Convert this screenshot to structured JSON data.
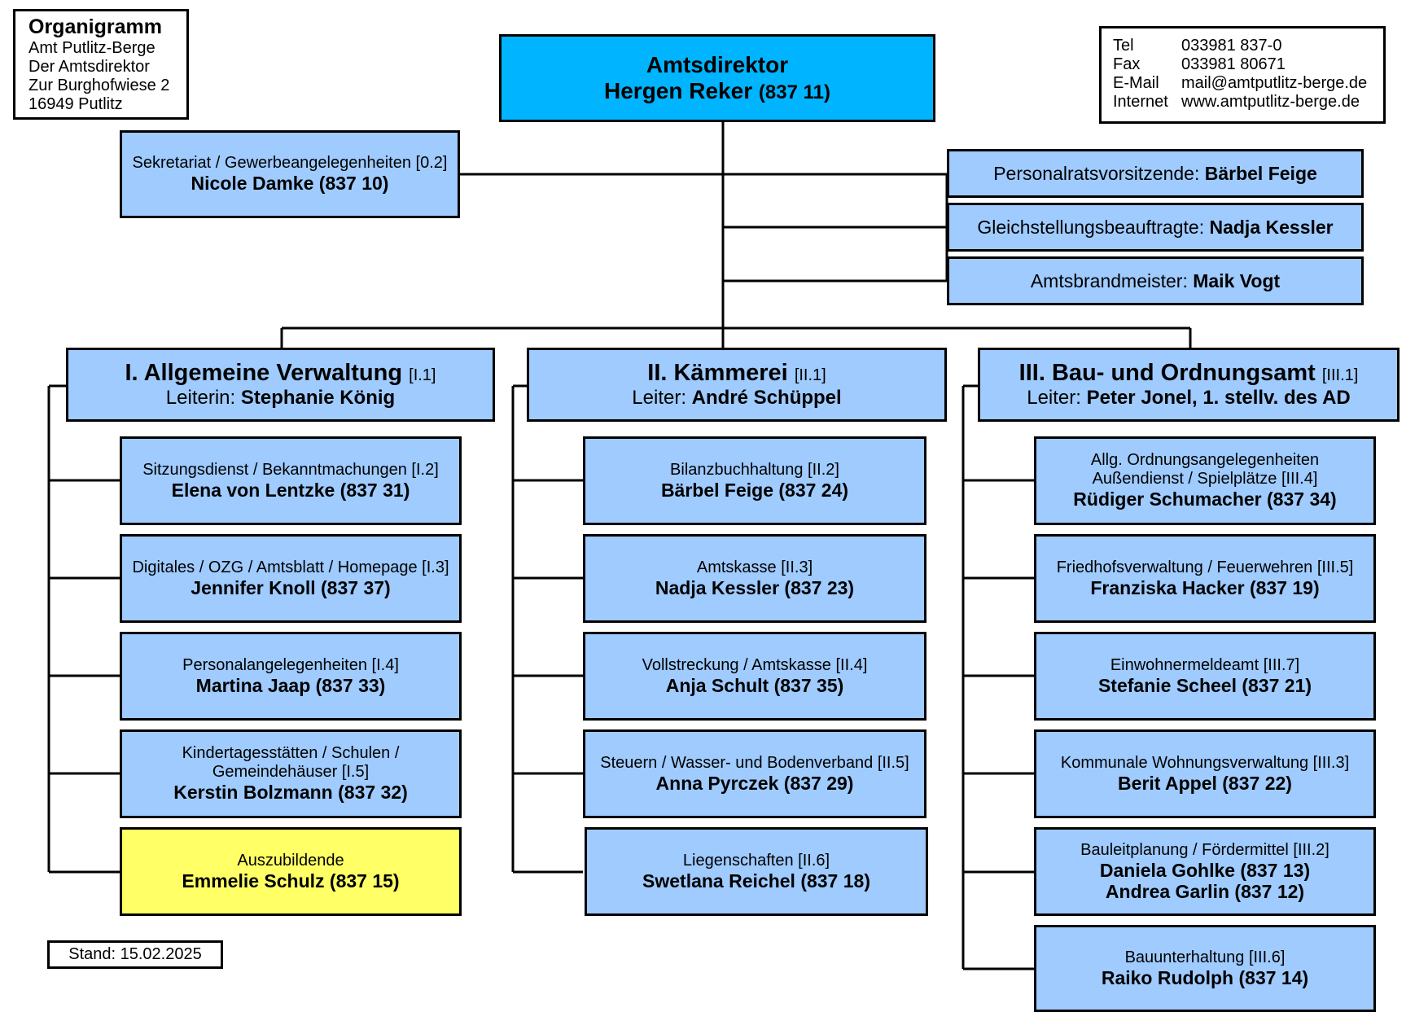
{
  "address": {
    "title": "Organigramm",
    "lines": [
      "Amt  Putlitz-Berge",
      "Der Amtsdirektor",
      "Zur Burghofwiese 2",
      "16949 Putlitz"
    ]
  },
  "contact": [
    {
      "label": "Tel",
      "value": "033981 837-0"
    },
    {
      "label": "Fax",
      "value": "033981 80671"
    },
    {
      "label": "E-Mail",
      "value": "mail@amtputlitz-berge.de"
    },
    {
      "label": "Internet",
      "value": "www.amtputlitz-berge.de"
    }
  ],
  "director": {
    "title": "Amtsdirektor",
    "name": "Hergen Reker",
    "phone": "(837 11)"
  },
  "secretariat": {
    "line": "Sekretariat / Gewerbeangelegenheiten [0.2]",
    "name": "Nicole Damke (837 10)"
  },
  "staff_roles": [
    {
      "role": "Personalratsvorsitzende:",
      "name": "Bärbel Feige"
    },
    {
      "role": "Gleichstellungsbeauftragte:",
      "name": "Nadja Kessler"
    },
    {
      "role": "Amtsbrandmeister:",
      "name": "Maik Vogt"
    }
  ],
  "departments": [
    {
      "title": "I. Allgemeine Verwaltung",
      "code": "[I.1]",
      "head_label": "Leiterin:",
      "head_name": "Stephanie König",
      "units": [
        {
          "lines": [
            "Sitzungsdienst / Bekanntmachungen [I.2]"
          ],
          "names": [
            "Elena von Lentzke (837 31)"
          ]
        },
        {
          "lines": [
            "Digitales / OZG / Amtsblatt / Homepage [I.3]"
          ],
          "names": [
            "Jennifer Knoll (837 37)"
          ]
        },
        {
          "lines": [
            "Personalangelegenheiten [I.4]"
          ],
          "names": [
            "Martina Jaap (837 33)"
          ]
        },
        {
          "lines": [
            "Kindertagesstätten / Schulen /",
            "Gemeindehäuser [I.5]"
          ],
          "names": [
            "Kerstin Bolzmann (837 32)"
          ]
        },
        {
          "lines": [
            "Auszubildende"
          ],
          "names": [
            "Emmelie Schulz (837 15)"
          ],
          "highlight": true
        }
      ]
    },
    {
      "title": "II. Kämmerei",
      "code": "[II.1]",
      "head_label": "Leiter:",
      "head_name": "André Schüppel",
      "units": [
        {
          "lines": [
            "Bilanzbuchhaltung [II.2]"
          ],
          "names": [
            "Bärbel Feige (837 24)"
          ]
        },
        {
          "lines": [
            "Amtskasse [II.3]"
          ],
          "names": [
            "Nadja Kessler (837 23)"
          ]
        },
        {
          "lines": [
            "Vollstreckung / Amtskasse [II.4]"
          ],
          "names": [
            "Anja Schult (837 35)"
          ]
        },
        {
          "lines": [
            "Steuern / Wasser- und Bodenverband [II.5]"
          ],
          "names": [
            "Anna Pyrczek (837 29)"
          ]
        },
        {
          "lines": [
            "Liegenschaften [II.6]"
          ],
          "names": [
            "Swetlana Reichel (837 18)"
          ]
        }
      ]
    },
    {
      "title": "III. Bau- und Ordnungsamt",
      "code": "[III.1]",
      "head_label": "Leiter:",
      "head_name": "Peter Jonel, 1. stellv. des AD",
      "units": [
        {
          "lines": [
            "Allg. Ordnungsangelegenheiten",
            "Außendienst / Spielplätze [III.4]"
          ],
          "names": [
            "Rüdiger Schumacher (837 34)"
          ]
        },
        {
          "lines": [
            "Friedhofsverwaltung / Feuerwehren [III.5]"
          ],
          "names": [
            "Franziska Hacker (837 19)"
          ]
        },
        {
          "lines": [
            "Einwohnermeldeamt [III.7]"
          ],
          "names": [
            "Stefanie Scheel (837 21)"
          ]
        },
        {
          "lines": [
            "Kommunale Wohnungsverwaltung [III.3]"
          ],
          "names": [
            "Berit Appel (837 22)"
          ]
        },
        {
          "lines": [
            "Bauleitplanung / Fördermittel [III.2]"
          ],
          "names": [
            "Daniela Gohlke (837 13)",
            "Andrea Garlin (837 12)"
          ]
        },
        {
          "lines": [
            "Bauunterhaltung [III.6]"
          ],
          "names": [
            "Raiko Rudolph (837 14)"
          ]
        }
      ]
    }
  ],
  "stand": "Stand: 15.02.2025"
}
